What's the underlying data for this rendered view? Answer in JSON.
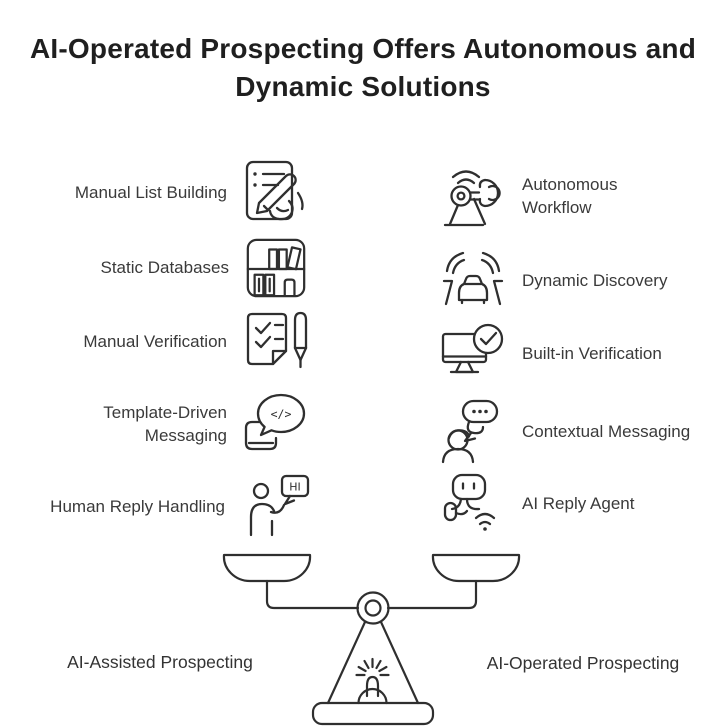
{
  "title": "AI-Operated Prospecting Offers Autonomous and\nDynamic Solutions",
  "colors": {
    "background": "#ffffff",
    "title_text": "#1f1f1f",
    "label_text": "#3a3a3a",
    "line_art_stroke": "#2f2f2f"
  },
  "left_column": {
    "items": [
      {
        "label": "Manual List Building",
        "icon": "list-pen-icon"
      },
      {
        "label": "Static Databases",
        "icon": "bookshelf-icon"
      },
      {
        "label": "Manual Verification",
        "icon": "checklist-pen-icon"
      },
      {
        "label": "Template-Driven\nMessaging",
        "icon": "phone-code-bubble-icon"
      },
      {
        "label": "Human Reply Handling",
        "icon": "person-hi-bubble-icon"
      }
    ]
  },
  "right_column": {
    "items": [
      {
        "label": "Autonomous\nWorkflow",
        "icon": "robot-arm-icon"
      },
      {
        "label": "Dynamic Discovery",
        "icon": "autonomous-car-icon"
      },
      {
        "label": "Built-in Verification",
        "icon": "monitor-check-icon"
      },
      {
        "label": "Contextual Messaging",
        "icon": "person-chat-bubbles-icon"
      },
      {
        "label": "AI Reply Agent",
        "icon": "robot-wifi-icon"
      }
    ]
  },
  "icon_texts": {
    "code_symbol": "</>",
    "hi_text": "HI"
  },
  "scale": {
    "left_label": "AI-Assisted Prospecting",
    "right_label": "AI-Operated Prospecting"
  }
}
